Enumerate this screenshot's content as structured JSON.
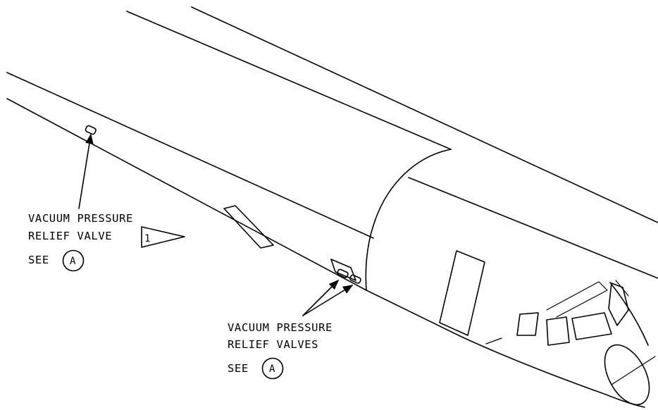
{
  "callouts": {
    "upper": {
      "line1": "VACUUM PRESSURE",
      "line2": "RELIEF VALVE",
      "note_number": "1",
      "see_prefix": "SEE",
      "detail_ref": "A"
    },
    "lower": {
      "line1": "VACUUM PRESSURE",
      "line2": "RELIEF VALVES",
      "see_prefix": "SEE",
      "detail_ref": "A"
    }
  },
  "colors": {
    "ink": "#000000",
    "paper": "#ffffff"
  }
}
